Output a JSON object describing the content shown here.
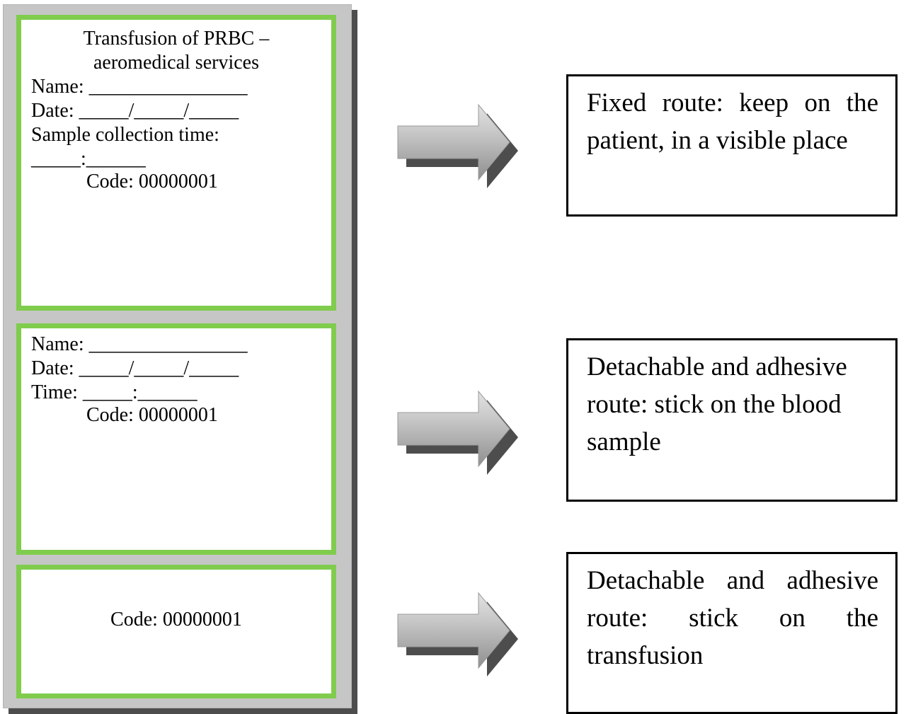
{
  "colors": {
    "card_border_green": "#80cc4d",
    "frame_gray": "#c6c6c6",
    "frame_shadow": "#4d4d4d",
    "arrow_light": "#d9d9d9",
    "arrow_dark": "#8c8c8c",
    "arrow_shadow": "#4d4d4d",
    "box_border": "#000000",
    "text": "#000000",
    "background": "#ffffff"
  },
  "label_stack": {
    "cards": [
      {
        "name": "prbc-transfusion-label",
        "title": "Transfusion of PRBC – aeromedical services",
        "fields": [
          "Name: ________________",
          "Date: _____/_____/_____",
          "Sample collection time:",
          "_____:______"
        ],
        "code": "Code: 00000001"
      },
      {
        "name": "blood-sample-label",
        "title": "",
        "fields": [
          "Name: ________________",
          "Date: _____/_____/_____",
          "Time:  _____:______"
        ],
        "code": "Code: 00000001"
      },
      {
        "name": "transfusion-bag-label",
        "title": "",
        "fields": [],
        "code": "Code: 00000001"
      }
    ]
  },
  "arrows": [
    {
      "name": "arrow-to-fixed-route",
      "direction": "right"
    },
    {
      "name": "arrow-to-blood-sample-route",
      "direction": "right"
    },
    {
      "name": "arrow-to-transfusion-route",
      "direction": "right"
    }
  ],
  "descriptions": [
    {
      "name": "fixed-route-description",
      "text": "Fixed route: keep on the patient, in a visible place"
    },
    {
      "name": "blood-sample-route-description",
      "text": "Detachable and adhesive route: stick on the blood sample"
    },
    {
      "name": "transfusion-route-description",
      "text": "Detachable and adhesive route: stick on the transfusion"
    }
  ]
}
